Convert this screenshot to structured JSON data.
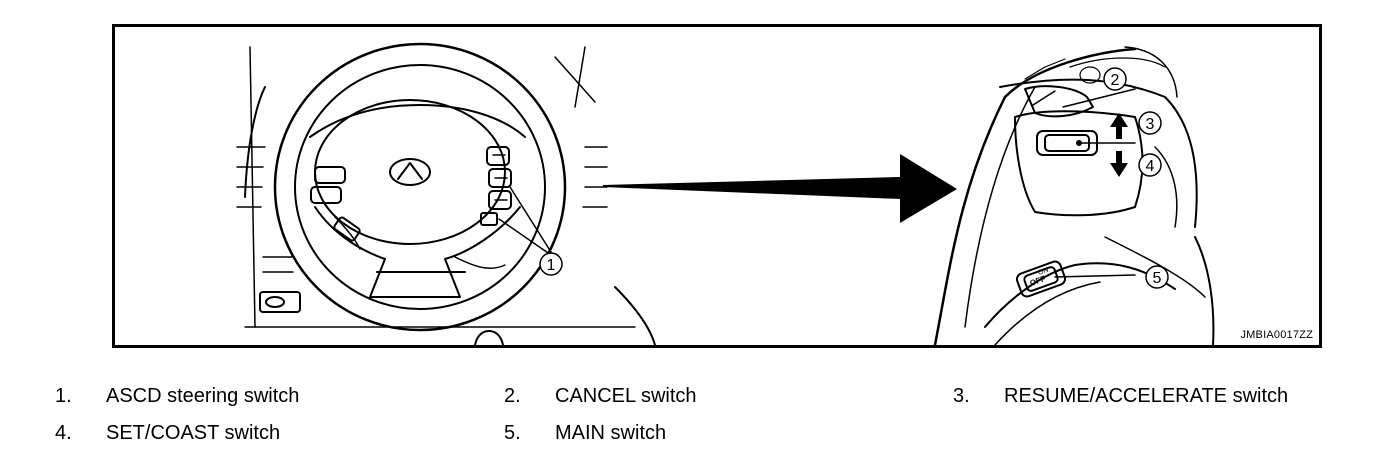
{
  "figure": {
    "code": "JMBIA0017ZZ",
    "callouts": [
      "1",
      "2",
      "3",
      "4",
      "5"
    ],
    "switch_labels": {
      "main_on": "ON",
      "main_off": "OFF"
    }
  },
  "legend": [
    {
      "number": "1.",
      "label": "ASCD steering switch"
    },
    {
      "number": "2.",
      "label": "CANCEL switch"
    },
    {
      "number": "3.",
      "label": "RESUME/ACCELERATE switch"
    },
    {
      "number": "4.",
      "label": "SET/COAST switch"
    },
    {
      "number": "5.",
      "label": "MAIN switch"
    }
  ]
}
